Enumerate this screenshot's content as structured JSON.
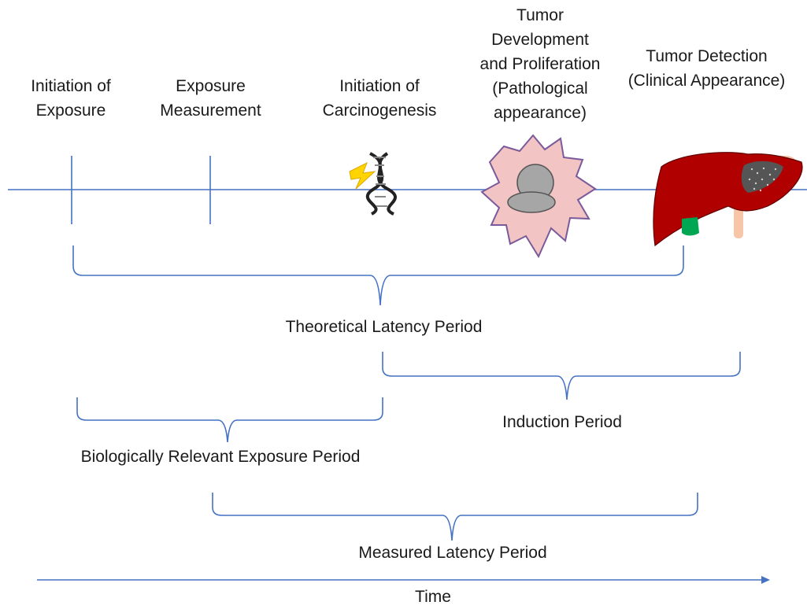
{
  "stages": [
    {
      "id": "initiation-of-exposure",
      "lines": [
        "Initiation of",
        "Exposure"
      ]
    },
    {
      "id": "exposure-measurement",
      "lines": [
        "Exposure",
        "Measurement"
      ]
    },
    {
      "id": "initiation-of-carcinogenesis",
      "lines": [
        "Initiation of",
        "Carcinogenesis"
      ]
    },
    {
      "id": "tumor-development",
      "lines": [
        "Tumor",
        "Development",
        "and Proliferation",
        "(Pathological",
        "appearance)"
      ]
    },
    {
      "id": "tumor-detection",
      "lines": [
        "Tumor Detection",
        "(Clinical Appearance)"
      ]
    }
  ],
  "periods": {
    "theoretical_latency": "Theoretical Latency Period",
    "induction": "Induction Period",
    "biologically_relevant_exposure": "Biologically Relevant Exposure Period",
    "measured_latency": "Measured Latency Period"
  },
  "axis_label": "Time",
  "icons": {
    "dna": "dna-lightning-icon",
    "cell": "tumor-cell-icon",
    "liver": "liver-tumor-icon"
  },
  "colors": {
    "line": "#4472c4",
    "cell_fill": "#f2c4c4",
    "cell_stroke": "#7a5a9a",
    "nucleus": "#a6a6a6",
    "liver": "#b00000",
    "tumor": "#555555",
    "gallbladder": "#00a651",
    "vessel": "#f7c6a8",
    "lightning": "#ffd400"
  }
}
